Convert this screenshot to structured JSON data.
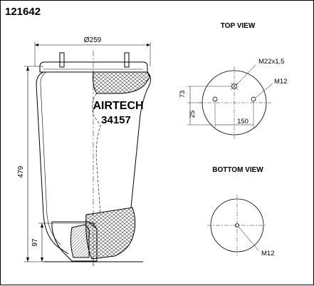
{
  "drawing": {
    "part_number": "121642",
    "brand": "AIRTECH",
    "model": "34157"
  },
  "views": {
    "top_title": "TOP VIEW",
    "bottom_title": "BOTTOM VIEW"
  },
  "dimensions": {
    "diameter": "Ø259",
    "height": "479",
    "base_height": "97",
    "bolt_spacing": "150",
    "offset_top": "73",
    "offset_bottom": "25",
    "thread_main": "M22x1,5",
    "thread_top": "M12",
    "thread_bottom": "M12"
  },
  "colors": {
    "line": "#000000",
    "hatch": "#000000"
  }
}
